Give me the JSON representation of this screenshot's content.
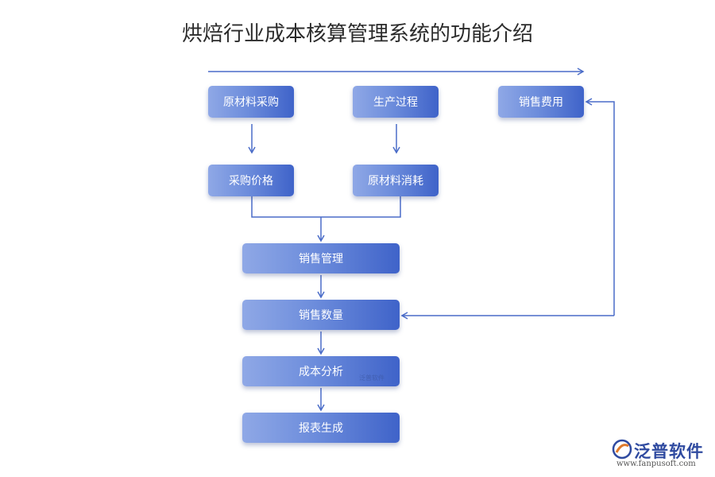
{
  "title": "烘焙行业成本核算管理系统的功能介绍",
  "nodes": {
    "raw_material_purchase": "原材料采购",
    "production_process": "生产过程",
    "sales_expense": "销售费用",
    "purchase_price": "采购价格",
    "raw_material_consumption": "原材料消耗",
    "sales_management": "销售管理",
    "sales_quantity": "销售数量",
    "cost_analysis": "成本分析",
    "report_generation": "报表生成"
  },
  "watermark": "泛普软件",
  "logo": {
    "name": "泛普软件",
    "url": "www.fanpusoft.com",
    "icon": "fanpu-logo-icon"
  },
  "colors": {
    "node_light": "#8fa8e6",
    "node_dark": "#3f63c9",
    "connector": "#4a6cc8"
  }
}
